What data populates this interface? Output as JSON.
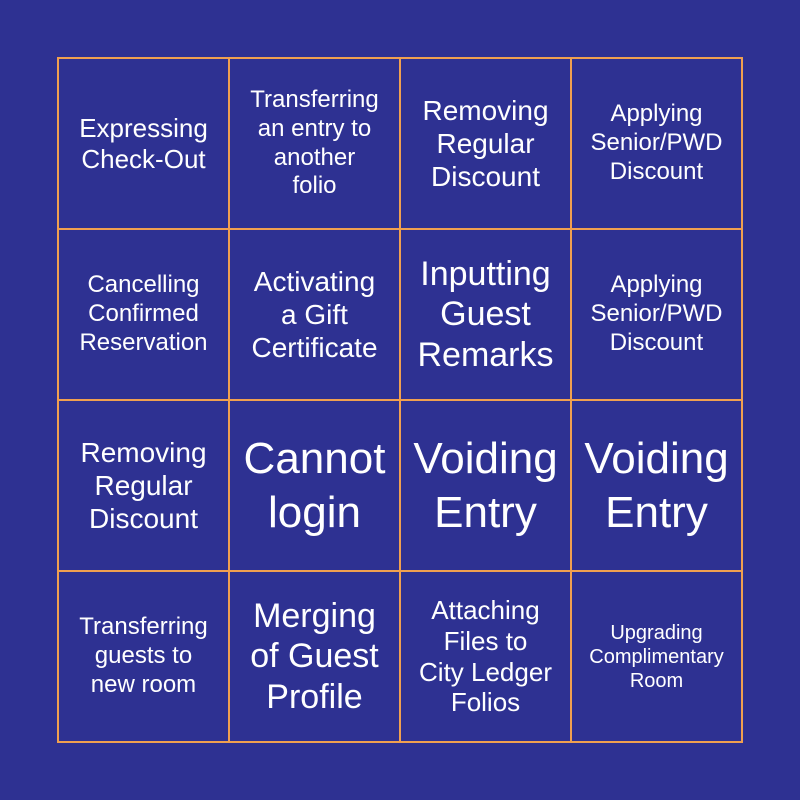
{
  "cells": [
    {
      "text": "Expressing\nCheck-Out",
      "size": "s26"
    },
    {
      "text": "Transferring\nan entry to\nanother\nfolio",
      "size": "s24"
    },
    {
      "text": "Removing\nRegular\nDiscount",
      "size": "s28"
    },
    {
      "text": "Applying\nSenior/PWD\nDiscount",
      "size": "s24"
    },
    {
      "text": "Cancelling\nConfirmed\nReservation",
      "size": "s24"
    },
    {
      "text": "Activating\na Gift\nCertificate",
      "size": "s28"
    },
    {
      "text": "Inputting\nGuest\nRemarks",
      "size": "s33"
    },
    {
      "text": "Applying\nSenior/PWD\nDiscount",
      "size": "s24"
    },
    {
      "text": "Removing\nRegular\nDiscount",
      "size": "s28"
    },
    {
      "text": "Cannot\nlogin",
      "size": "s42"
    },
    {
      "text": "Voiding\nEntry",
      "size": "s42"
    },
    {
      "text": "Voiding\nEntry",
      "size": "s42"
    },
    {
      "text": "Transferring\nguests to\nnew room",
      "size": "s24"
    },
    {
      "text": "Merging\nof Guest\nProfile",
      "size": "s33"
    },
    {
      "text": "Attaching\nFiles to\nCity Ledger\nFolios",
      "size": "s26"
    },
    {
      "text": "Upgrading\nComplimentary\nRoom",
      "size": "s20"
    }
  ],
  "colors": {
    "background": "#2e3192",
    "grid_line": "#f0a050",
    "text": "#ffffff"
  }
}
